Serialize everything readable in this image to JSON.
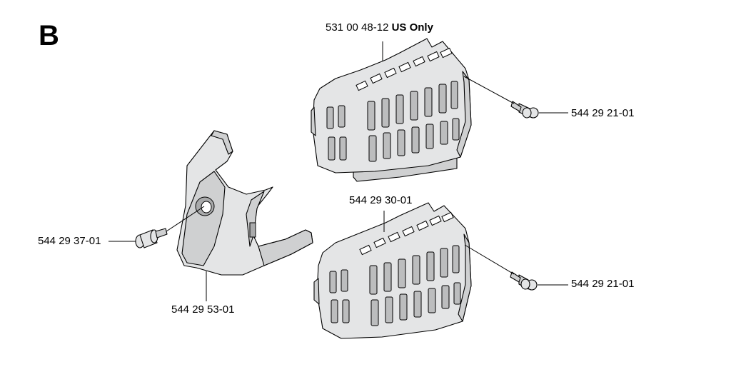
{
  "section": {
    "letter": "B"
  },
  "parts": {
    "air_filter_cover_us": {
      "number": "531 00 48-12",
      "note": "US Only"
    },
    "screw_top": {
      "number": "544 29 21-01"
    },
    "air_filter_cover": {
      "number": "544 29 30-01"
    },
    "screw_bottom": {
      "number": "544 29 21-01"
    },
    "screw_left": {
      "number": "544 29 37-01"
    },
    "cylinder_cover": {
      "number": "544 29 53-01"
    }
  }
}
